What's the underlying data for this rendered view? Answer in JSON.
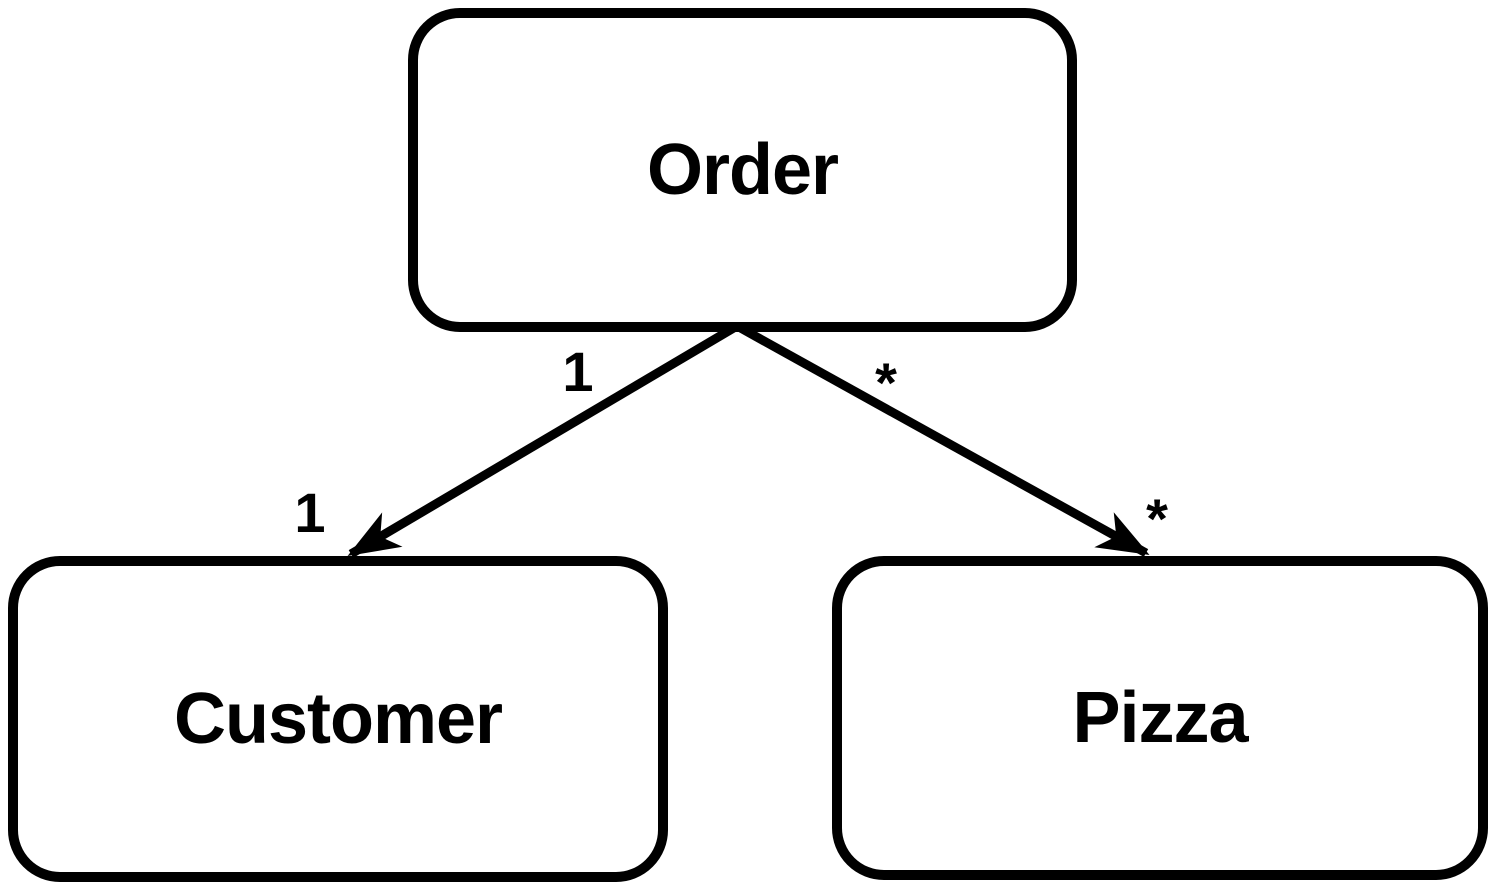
{
  "diagram": {
    "type": "uml-class-association-diagram",
    "background_color": "#ffffff",
    "stroke_color": "#000000",
    "nodes": [
      {
        "id": "order",
        "label": "Order"
      },
      {
        "id": "customer",
        "label": "Customer"
      },
      {
        "id": "pizza",
        "label": "Pizza"
      }
    ],
    "edges": [
      {
        "from": "Order",
        "to": "Customer",
        "source_multiplicity": "1",
        "target_multiplicity": "1",
        "arrowhead": "barbed-solid"
      },
      {
        "from": "Order",
        "to": "Pizza",
        "source_multiplicity": "*",
        "target_multiplicity": "*",
        "arrowhead": "barbed-solid"
      }
    ]
  }
}
